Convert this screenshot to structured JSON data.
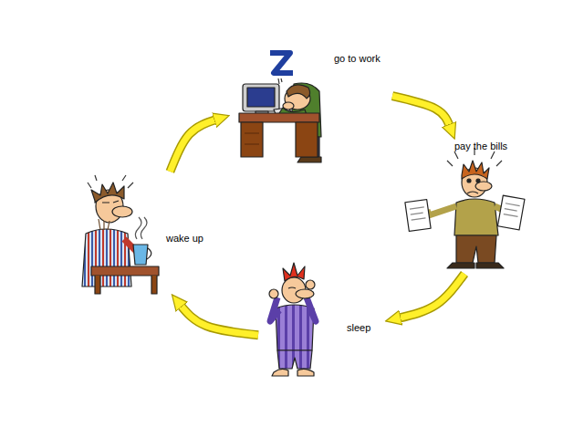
{
  "diagram": {
    "nodes": [
      {
        "text": [
          "go to work"
        ]
      },
      {
        "text": [
          "pay the bills"
        ]
      },
      {
        "text": [
          "sleep"
        ]
      },
      {
        "text": [
          "wake up"
        ]
      }
    ],
    "edges": [
      {
        "from": 0,
        "to": 1,
        "arrow": "to"
      },
      {
        "from": 1,
        "to": 2,
        "arrow": "to"
      },
      {
        "from": 2,
        "to": 3,
        "arrow": "to"
      },
      {
        "from": 3,
        "to": 0,
        "arrow": "to"
      }
    ]
  }
}
